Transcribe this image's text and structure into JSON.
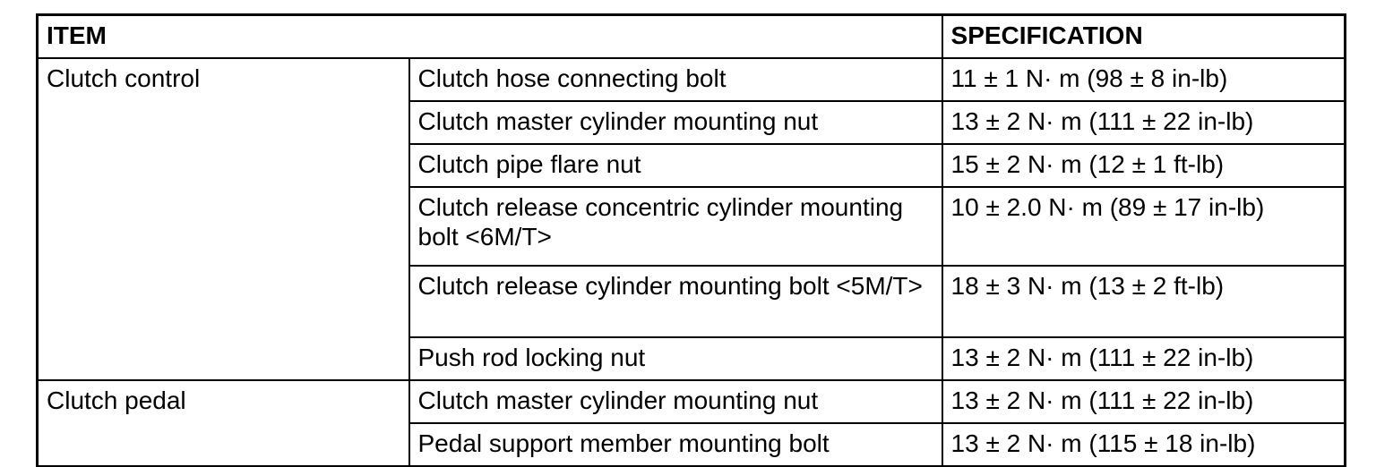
{
  "document": {
    "background_color": "#ffffff",
    "line_color": "#000000",
    "text_color": "#000000"
  },
  "table": {
    "headers": {
      "item": "ITEM",
      "specification": "SPECIFICATION"
    },
    "groups": [
      {
        "item": "Clutch control",
        "rows": [
          {
            "component": "Clutch hose connecting bolt",
            "spec": "11 ± 1 N· m (98 ± 8 in-lb)"
          },
          {
            "component": "Clutch master cylinder mounting nut",
            "spec": "13 ± 2 N· m (111 ± 22 in-lb)"
          },
          {
            "component": "Clutch pipe flare nut",
            "spec": "15 ± 2 N· m (12 ± 1 ft-lb)"
          },
          {
            "component": "Clutch release concentric cylinder mounting bolt <6M/T>",
            "spec": "10 ± 2.0 N· m (89 ± 17 in-lb)"
          },
          {
            "component": "Clutch release cylinder mounting bolt <5M/T>",
            "spec": "18 ± 3 N· m (13 ± 2 ft-lb)"
          },
          {
            "component": "Push rod locking nut",
            "spec": "13 ± 2 N· m (111 ± 22 in-lb)"
          }
        ]
      },
      {
        "item": "Clutch pedal",
        "rows": [
          {
            "component": "Clutch master cylinder mounting nut",
            "spec": "13 ± 2 N· m (111 ± 22 in-lb)"
          },
          {
            "component": "Pedal support member mounting bolt",
            "spec": "13 ± 2 N· m (115 ± 18 in-lb)"
          }
        ]
      }
    ]
  }
}
